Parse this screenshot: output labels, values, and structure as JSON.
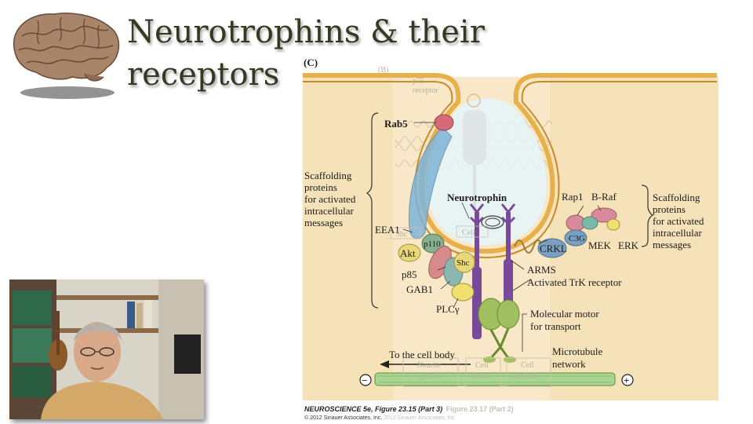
{
  "slide": {
    "title": "Neurotrophins & their receptors"
  },
  "figure": {
    "panel_label": "(C)",
    "ghost_panel": "(B)",
    "ghost_p75": "p75",
    "ghost_receptor": "receptor",
    "left_bracket_text": [
      "Scaffolding",
      "proteins",
      "for activated",
      "intracellular",
      "messages"
    ],
    "right_bracket_text": [
      "Scaffolding",
      "proteins",
      "for activated",
      "intracellular",
      "messages"
    ],
    "labels": {
      "rab5": "Rab5",
      "neurotrophin": "Neurotrophin",
      "eea1": "EEA1",
      "akt": "Akt",
      "p110": "p110",
      "p85": "p85",
      "shc": "Shc",
      "gab1": "GAB1",
      "plcg": "PLCγ",
      "arms": "ARMS",
      "activated_trk": "Activated TrK receptor",
      "rap1": "Rap1",
      "braf": "B-Raf",
      "c3g": "C3G",
      "crkl": "CRKL",
      "mek": "MEK",
      "erk": "ERK",
      "motor_line1": "Molecular motor",
      "motor_line2": "for transport",
      "to_cell_body": "To the cell body",
      "microtubule_line1": "Microtubule",
      "microtubule_line2": "network",
      "minus": "−",
      "plus": "+",
      "ghost_neurite1": "Neurite",
      "ghost_neurite2": "growth",
      "ghost_death1": "Cell",
      "ghost_death2": "death",
      "ghost_survival1": "Cell",
      "ghost_survival2": "survival",
      "ghost_shc": "Shc",
      "ghost_cell": "Cell"
    },
    "colors": {
      "membrane": "#e8b04a",
      "background": "#f6e2b8",
      "vesicle": "#e6f4f8",
      "microtubule": "#a8d690"
    }
  },
  "caption": {
    "book": "NEUROSCIENCE 5e",
    "figure": "Figure 23.15 (Part 3)",
    "ghost_figure": "Figure 23.17 (Part 2)",
    "copyright": "© 2012 Sinauer Associates, Inc.",
    "ghost_copyright": "2012 Sinauer Associates, Inc."
  }
}
